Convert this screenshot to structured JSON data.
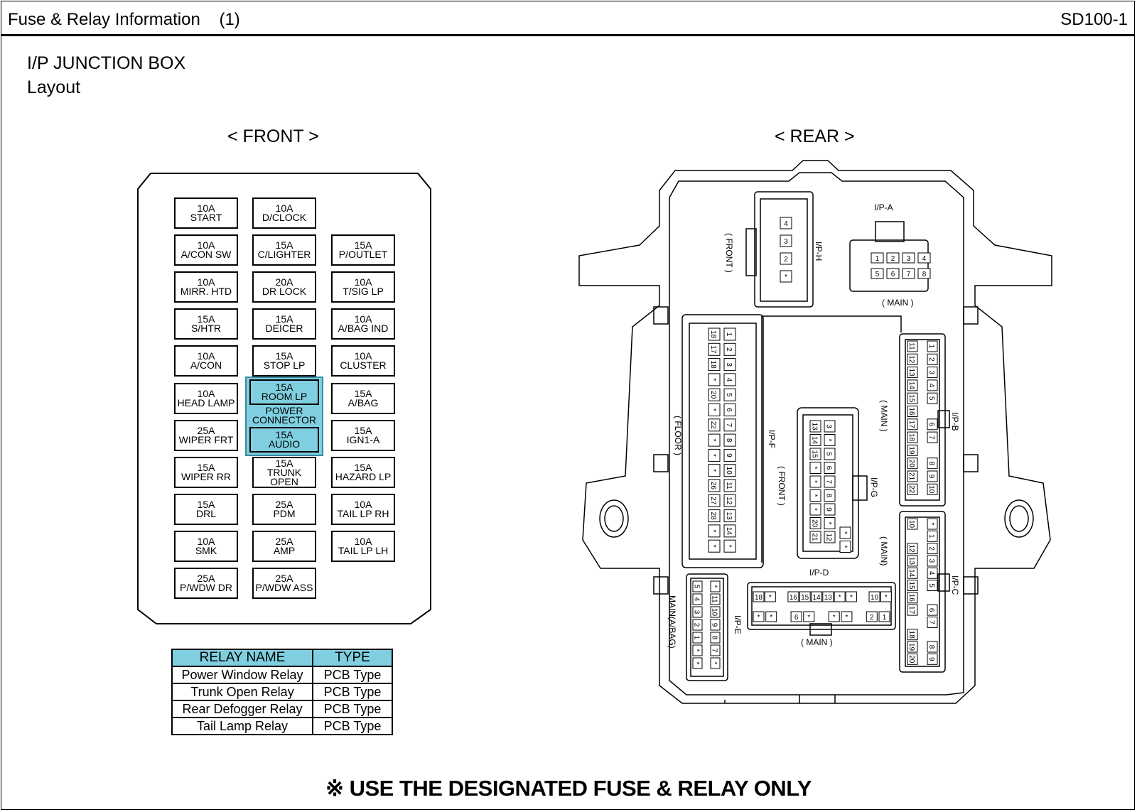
{
  "header": {
    "title": "Fuse & Relay Information    (1)",
    "code": "SD100-1"
  },
  "section": {
    "title": "I/P JUNCTION BOX",
    "subtitle": "Layout"
  },
  "views": {
    "front": "< FRONT >",
    "rear": "< REAR >"
  },
  "fuses": {
    "r0c0": {
      "a": "10A",
      "n": "START"
    },
    "r0c1": {
      "a": "10A",
      "n": "D/CLOCK"
    },
    "r1c0": {
      "a": "10A",
      "n": "A/CON  SW"
    },
    "r1c1": {
      "a": "15A",
      "n": "C/LIGHTER"
    },
    "r1c2": {
      "a": "15A",
      "n": "P/OUTLET"
    },
    "r2c0": {
      "a": "10A",
      "n": "MIRR. HTD"
    },
    "r2c1": {
      "a": "20A",
      "n": "DR LOCK"
    },
    "r2c2": {
      "a": "10A",
      "n": "T/SIG LP"
    },
    "r3c0": {
      "a": "15A",
      "n": "S/HTR"
    },
    "r3c1": {
      "a": "15A",
      "n": "DEICER"
    },
    "r3c2": {
      "a": "10A",
      "n": "A/BAG IND"
    },
    "r4c0": {
      "a": "10A",
      "n": "A/CON"
    },
    "r4c1": {
      "a": "15A",
      "n": "STOP LP"
    },
    "r4c2": {
      "a": "10A",
      "n": "CLUSTER"
    },
    "r5c0": {
      "a": "10A",
      "n": "HEAD LAMP"
    },
    "r5c2": {
      "a": "15A",
      "n": "A/BAG"
    },
    "r6c0": {
      "a": "25A",
      "n": "WIPER FRT"
    },
    "r6c2": {
      "a": "15A",
      "n": "IGN1-A"
    },
    "r7c0": {
      "a": "15A",
      "n": "WIPER RR"
    },
    "r7c1": {
      "a": "15A",
      "n": "TRUNK",
      "n2": "OPEN"
    },
    "r7c2": {
      "a": "15A",
      "n": "HAZARD LP"
    },
    "r8c0": {
      "a": "15A",
      "n": "DRL"
    },
    "r8c1": {
      "a": "25A",
      "n": "PDM"
    },
    "r8c2": {
      "a": "10A",
      "n": "TAIL LP RH"
    },
    "r9c0": {
      "a": "10A",
      "n": "SMK"
    },
    "r9c1": {
      "a": "25A",
      "n": "AMP"
    },
    "r9c2": {
      "a": "10A",
      "n": "TAIL LP LH"
    },
    "r10c0": {
      "a": "25A",
      "n": "P/WDW DR"
    },
    "r10c1": {
      "a": "25A",
      "n": "P/WDW ASS"
    }
  },
  "power_connector": {
    "label1": "POWER",
    "label2": "CONNECTOR",
    "top": {
      "a": "15A",
      "n": "ROOM LP"
    },
    "bottom": {
      "a": "15A",
      "n": "AUDIO"
    }
  },
  "relay_table": {
    "headers": {
      "name": "RELAY NAME",
      "type": "TYPE"
    },
    "rows": [
      {
        "name": "Power Window Relay",
        "type": "PCB Type"
      },
      {
        "name": "Trunk Open Relay",
        "type": "PCB Type"
      },
      {
        "name": "Rear Defogger Relay",
        "type": "PCB Type"
      },
      {
        "name": "Tail Lamp Relay",
        "type": "PCB Type"
      }
    ]
  },
  "connectors": {
    "iph": {
      "name": "I/P-H",
      "side": "( FRONT )",
      "pins": [
        "4",
        "3",
        "2",
        "*"
      ]
    },
    "ipa": {
      "name": "I/P-A",
      "side": "( MAIN )",
      "pins_top": [
        "1",
        "2",
        "3",
        "4"
      ],
      "pins_bottom": [
        "5",
        "6",
        "7",
        "8"
      ]
    },
    "ipf": {
      "name": "I/P-F",
      "side": "( FLOOR )",
      "left": [
        "18",
        "17",
        "18",
        "*",
        "20",
        "*",
        "22",
        "*",
        "*",
        "*",
        "26",
        "27",
        "28",
        "*",
        "*"
      ],
      "right": [
        "1",
        "2",
        "3",
        "4",
        "5",
        "6",
        "7",
        "8",
        "9",
        "10",
        "11",
        "12",
        "13",
        "14",
        "*"
      ]
    },
    "ipg": {
      "name": "I/P-G",
      "side": "( FRONT )",
      "left": [
        "13",
        "14",
        "15",
        "*",
        "*",
        "*",
        "*",
        "20",
        "21"
      ],
      "right": [
        "3",
        "*",
        "5",
        "6",
        "7",
        "8",
        "9",
        "*",
        "12"
      ],
      "extra": [
        "*",
        "*"
      ]
    },
    "ipb": {
      "name": "I/P-B",
      "side": "( MAIN )",
      "left": [
        "11",
        "12",
        "13",
        "14",
        "15",
        "16",
        "17",
        "18",
        "19",
        "20",
        "21",
        "22"
      ],
      "right": [
        "1",
        "2",
        "3",
        "4",
        "5",
        "",
        "6",
        "7",
        "",
        "8",
        "9",
        "10"
      ]
    },
    "ipc": {
      "name": "I/P-C",
      "side": "( MAIN)",
      "left": [
        "10",
        "",
        "12",
        "13",
        "14",
        "15",
        "16",
        "17",
        "",
        "18",
        "19",
        "20"
      ],
      "right": [
        "*",
        "1",
        "2",
        "3",
        "4",
        "5",
        "",
        "6",
        "7",
        "",
        "8",
        "9"
      ]
    },
    "ipd": {
      "name": "I/P-D",
      "side": "( MAIN )",
      "top": [
        "18",
        "*",
        "",
        "16",
        "15",
        "14",
        "13",
        "*",
        "*",
        "",
        "10",
        "*"
      ],
      "bottom": [
        "*",
        "*",
        "",
        "6",
        "*",
        "",
        "*",
        "*",
        "",
        "2",
        "1"
      ]
    },
    "ipe": {
      "name": "I/P-E",
      "side": "MAIN(A/BAG)",
      "left": [
        "5",
        "4",
        "3",
        "2",
        "1"
      ],
      "right": [
        "*",
        "11",
        "10",
        "9",
        "8",
        "7",
        "*"
      ],
      "extra": [
        "*",
        "*"
      ]
    }
  },
  "note": "※ USE THE DESIGNATED FUSE & RELAY ONLY"
}
